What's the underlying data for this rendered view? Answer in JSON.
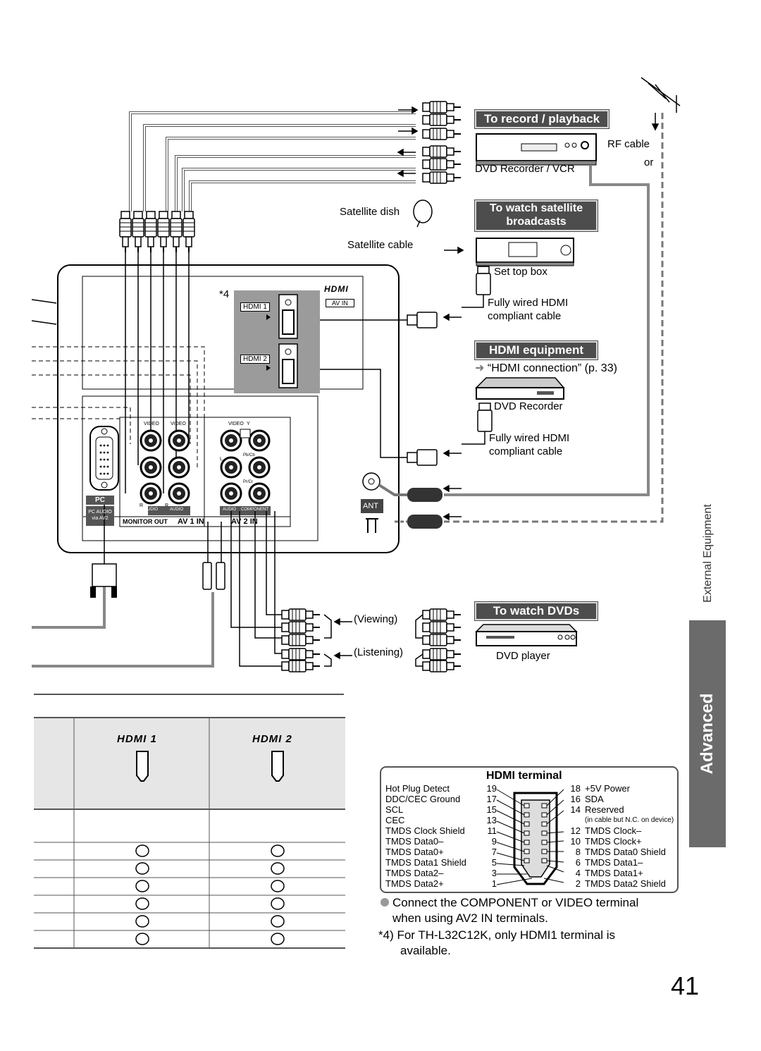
{
  "headers": {
    "record": "To record / playback",
    "satellite_line1": "To watch satellite",
    "satellite_line2": "broadcasts",
    "hdmi_equipment": "HDMI equipment",
    "dvds": "To watch DVDs"
  },
  "labels": {
    "rf_cable": "RF cable",
    "or": "or",
    "dvd_recorder_vcr": "DVD Recorder / VCR",
    "satellite_dish": "Satellite dish",
    "satellite_cable": "Satellite cable",
    "set_top_box": "Set top box",
    "hdmi_cable_1_l1": "Fully wired HDMI",
    "hdmi_cable_1_l2": "compliant cable",
    "hdmi_connection": "“HDMI connection” (p. 33)",
    "dvd_recorder": "DVD Recorder",
    "hdmi_cable_2_l1": "Fully wired HDMI",
    "hdmi_cable_2_l2": "compliant cable",
    "viewing": "(Viewing)",
    "listening": "(Listening)",
    "dvd_player": "DVD player",
    "star4": "*4"
  },
  "panel": {
    "hdmi_logo": "HDMI",
    "av_in": "AV IN",
    "hdmi1": "HDMI 1",
    "hdmi2": "HDMI 2",
    "ant": "ANT",
    "pc": "PC",
    "pc_audio_l1": "PC AUDIO",
    "pc_audio_l2": "via AV2",
    "monitor_out": "MONITOR OUT",
    "av1_in": "AV 1 IN",
    "av2_in": "AV 2 IN",
    "video": "VIDEO",
    "y": "Y",
    "audio": "AUDIO",
    "component": "COMPONENT",
    "l": "L",
    "r": "R",
    "pb_cb": "Pb/Cb",
    "pr_cr": "Pr/Cr"
  },
  "table": {
    "col1": "HDMI 1",
    "col2": "HDMI 2",
    "rows": 6
  },
  "hdmi_terminal": {
    "title": "HDMI terminal",
    "left_pins": [
      {
        "name": "Hot Plug Detect",
        "num": "19"
      },
      {
        "name": "DDC/CEC Ground",
        "num": "17"
      },
      {
        "name": "SCL",
        "num": "15"
      },
      {
        "name": "CEC",
        "num": "13"
      },
      {
        "name": "TMDS Clock Shield",
        "num": "11"
      },
      {
        "name": "TMDS Data0–",
        "num": "9"
      },
      {
        "name": "TMDS Data0+",
        "num": "7"
      },
      {
        "name": "TMDS Data1 Shield",
        "num": "5"
      },
      {
        "name": "TMDS Data2–",
        "num": "3"
      },
      {
        "name": "TMDS Data2+",
        "num": "1"
      }
    ],
    "right_pins": [
      {
        "num": "18",
        "name": "+5V Power"
      },
      {
        "num": "16",
        "name": "SDA"
      },
      {
        "num": "14",
        "name": "Reserved"
      },
      {
        "num": "",
        "name": "(in cable but N.C. on device)"
      },
      {
        "num": "12",
        "name": "TMDS Clock–"
      },
      {
        "num": "10",
        "name": "TMDS Clock+"
      },
      {
        "num": "8",
        "name": "TMDS Data0 Shield"
      },
      {
        "num": "6",
        "name": "TMDS Data1–"
      },
      {
        "num": "4",
        "name": "TMDS Data1+"
      },
      {
        "num": "2",
        "name": "TMDS Data2 Shield"
      }
    ]
  },
  "notes": {
    "bullet_l1": "Connect the COMPONENT or VIDEO terminal",
    "bullet_l2": "when using AV2 IN terminals.",
    "star_l1": "*4) For TH-L32C12K, only HDMI1 terminal is",
    "star_l2": "available."
  },
  "side": {
    "tab": "Advanced",
    "sub": "External Equipment"
  },
  "page_number": "41"
}
